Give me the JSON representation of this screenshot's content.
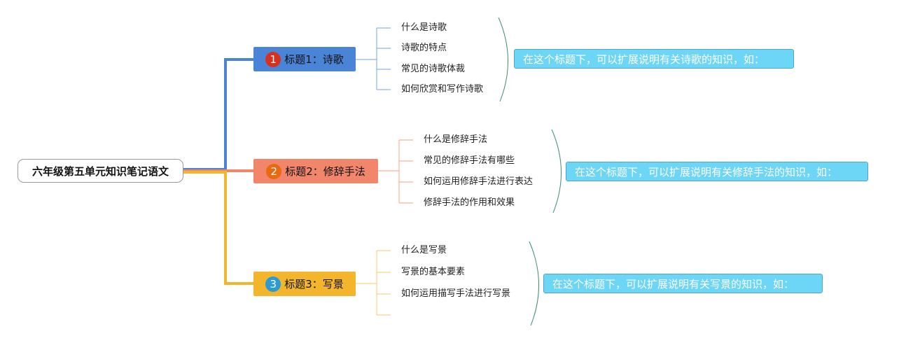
{
  "root": {
    "label": "六年级第五单元知识笔记语文"
  },
  "topics": [
    {
      "badge": "1",
      "label": "标题1：诗歌",
      "color": "#4a84d7",
      "badge_color": "#d8301f",
      "items": [
        "什么是诗歌",
        "诗歌的特点",
        "常见的诗歌体裁",
        "如何欣赏和写作诗歌"
      ],
      "note": "在这个标题下，可以扩展说明有关诗歌的知识，如："
    },
    {
      "badge": "2",
      "label": "标题2：修辞手法",
      "color": "#f1866a",
      "badge_color": "#e8690f",
      "items": [
        "什么是修辞手法",
        "常见的修辞手法有哪些",
        "如何运用修辞手法进行表达",
        "修辞手法的作用和效果"
      ],
      "note": "在这个标题下，可以扩展说明有关修辞手法的知识，如："
    },
    {
      "badge": "3",
      "label": "标题3：写景",
      "color": "#f2b52c",
      "badge_color": "#2a9bd6",
      "items": [
        "什么是写景",
        "写景的基本要素",
        "如何运用描写手法进行写景",
        ""
      ],
      "note": "在这个标题下，可以扩展说明有关写景的知识，如："
    }
  ],
  "colors": {
    "note_bg": "#6dd5f5",
    "brace": "#3f8f6a"
  }
}
